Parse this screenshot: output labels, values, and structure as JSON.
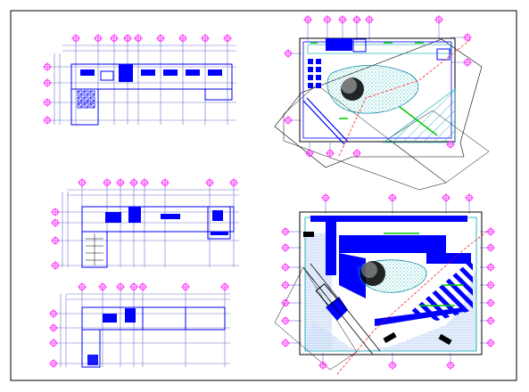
{
  "drawing": {
    "background": "#ffffff",
    "frame_color": "#000000",
    "colors": {
      "walls": "#0000ff",
      "grid": "#6f6fe0",
      "markers": "#ff00ff",
      "hatch": "#00cfcf",
      "green": "#00c800",
      "black": "#000000",
      "red": "#ff0000"
    },
    "plans": [
      {
        "name": "plan-top-left",
        "kind": "floor-plan"
      },
      {
        "name": "plan-top-right",
        "kind": "site-plan"
      },
      {
        "name": "plan-middle-left",
        "kind": "floor-plan"
      },
      {
        "name": "plan-bottom-left",
        "kind": "floor-plan"
      },
      {
        "name": "plan-bottom-right",
        "kind": "site-plan"
      }
    ]
  }
}
